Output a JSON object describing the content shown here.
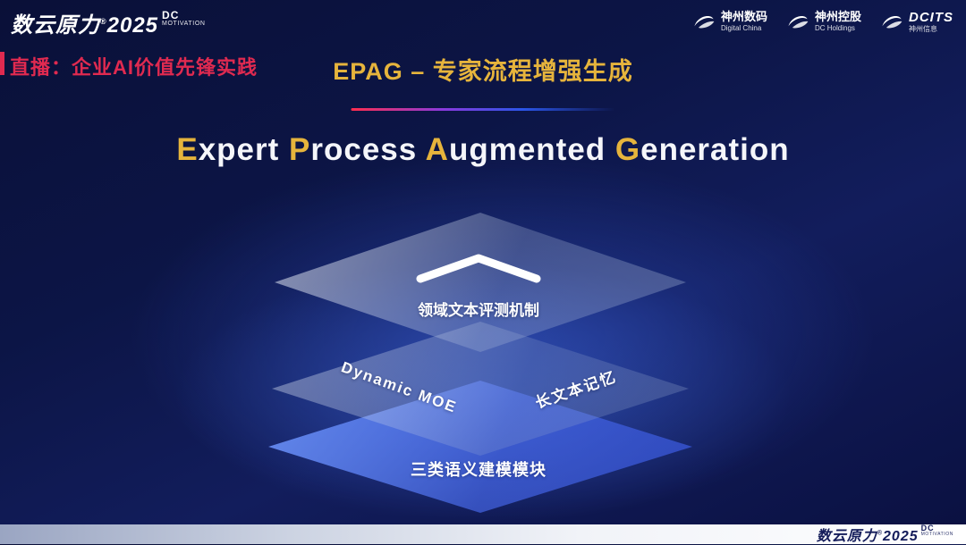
{
  "colors": {
    "gold": "#e6b43c",
    "crimson": "#e02a50",
    "layer_blue": "#4f74f0",
    "navy_text": "#141c5a"
  },
  "header": {
    "brand": {
      "name": "数云原力",
      "reg": "®",
      "year": "2025",
      "sub1": "DC",
      "sub2": "MOTIVATION"
    },
    "live_label": "直播：企业AI价值先锋实践",
    "section_title": "EPAG – 专家流程增强生成",
    "partners": [
      {
        "line1": "神州数码",
        "line2": "Digital China"
      },
      {
        "line1": "神州控股",
        "line2": "DC Holdings"
      },
      {
        "line1": "DCITS",
        "line2": "神州信息"
      }
    ]
  },
  "main": {
    "title_words": [
      "Expert",
      "Process",
      "Augmented",
      "Generation"
    ],
    "layers": {
      "top_label": "领域文本评测机制",
      "mid_label_left": "Dynamic MOE",
      "mid_label_right": "长文本记忆",
      "bottom_label": "三类语义建模模块"
    }
  },
  "footer": {
    "brand": {
      "name": "数云原力",
      "reg": "®",
      "year": "2025",
      "sub1": "DC",
      "sub2": "MOTIVATION"
    }
  }
}
